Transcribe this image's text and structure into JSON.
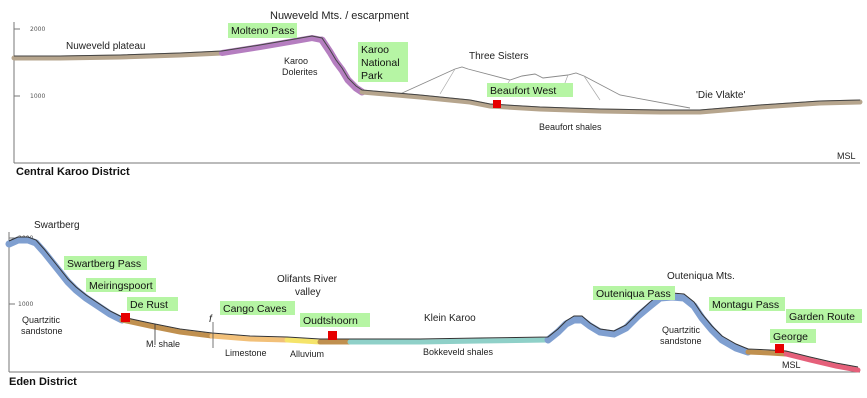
{
  "top_panel": {
    "district": "Central Karoo District",
    "tags": {
      "molteno_pass": "Molteno Pass",
      "karoo_np_line1": "Karoo",
      "karoo_np_line2": "National",
      "karoo_np_line3": "Park",
      "beaufort_west": "Beaufort West"
    },
    "labels": {
      "nuweveld_plateau": "Nuweveld plateau",
      "nuweveld_mts": "Nuweveld Mts. / escarpment",
      "karoo_dolerites_1": "Karoo",
      "karoo_dolerites_2": "Dolerites",
      "three_sisters": "Three Sisters",
      "die_vlakte": "'Die Vlakte'",
      "beaufort_shales": "Beaufort shales",
      "msl": "MSL"
    },
    "axis_ticks": {
      "upper": "2000",
      "lower": "1000"
    }
  },
  "bottom_panel": {
    "district": "Eden District",
    "tags": {
      "swartberg_pass": "Swartberg Pass",
      "meiringspoort": "Meiringspoort",
      "de_rust": "De Rust",
      "cango_caves": "Cango Caves",
      "oudtshoorn": "Oudtshoorn",
      "outeniqua_pass": "Outeniqua Pass",
      "montagu_pass": "Montagu Pass",
      "george": "George",
      "garden_route": "Garden Route"
    },
    "labels": {
      "swartberg": "Swartberg",
      "quartzitic_sandstone_left_1": "Quartzitic",
      "quartzitic_sandstone_left_2": "sandstone",
      "m_shale": "M. shale",
      "limestone": "Limestone",
      "alluvium": "Alluvium",
      "olifants_1": "Olifants River",
      "olifants_2": "valley",
      "klein_karoo": "Klein Karoo",
      "bokkeveld_shales": "Bokkeveld shales",
      "outeniqua_mts": "Outeniqua Mts.",
      "quartzitic_sandstone_right_1": "Quartzitic",
      "quartzitic_sandstone_right_2": "sandstone",
      "msl": "MSL",
      "fault_mark": "f"
    },
    "axis_ticks": {
      "upper": "2000",
      "lower": "1000"
    }
  },
  "colors": {
    "tag_green": "#b6f5a4",
    "town_marker": "#e60000",
    "plateau_brown": "#b6a58d",
    "dolerite_purple": "#b57ec0",
    "quartzite_blue": "#7f9fd0",
    "shale_brown": "#c0904f",
    "limestone_orange": "#f2c079",
    "alluvium_yellow": "#f5e46a",
    "bokkeveld_teal": "#8fd0c8",
    "coastal_red": "#e5607a"
  }
}
